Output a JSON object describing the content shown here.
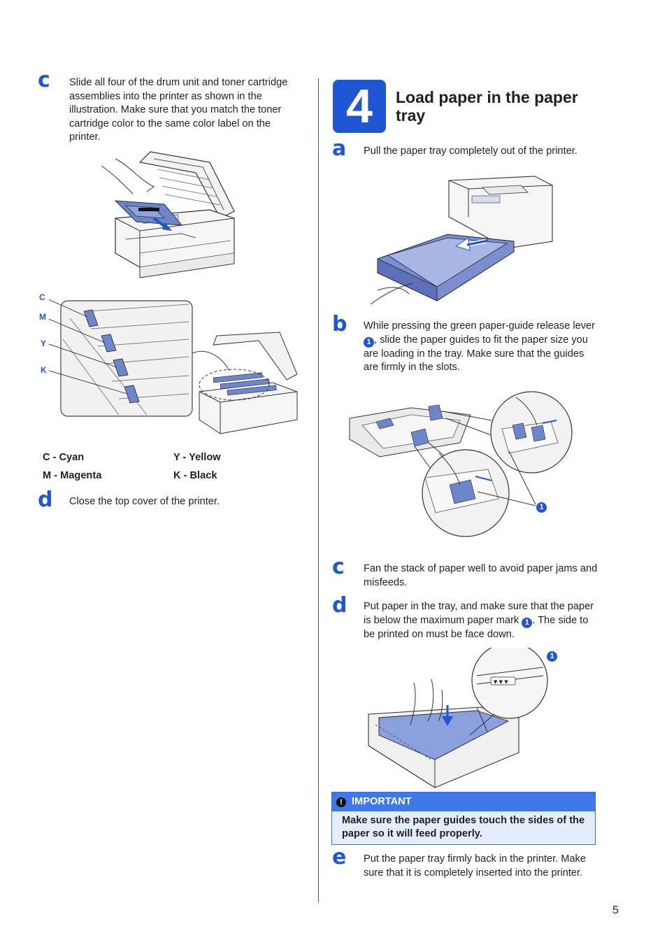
{
  "left": {
    "step_c_letter": "c",
    "step_c_text": "Slide all four of the drum unit and toner cartridge assemblies into the printer as shown in the illustration. Make sure that you match the toner cartridge color to the same color label on the printer.",
    "callouts": [
      "C",
      "M",
      "Y",
      "K"
    ],
    "legend": {
      "c": "C - Cyan",
      "y": "Y - Yellow",
      "m": "M - Magenta",
      "k": "K - Black"
    },
    "step_d_letter": "d",
    "step_d_text": "Close the top cover of the printer."
  },
  "right": {
    "step_number": "4",
    "heading": "Load paper in the paper tray",
    "a_letter": "a",
    "a_text": "Pull the paper tray completely out of the printer.",
    "b_letter": "b",
    "b_text_1": "While pressing the green paper-guide release lever ",
    "b_text_2": ", slide the paper guides to fit the paper size you are loading in the tray. Make sure that the guides are firmly in the slots.",
    "c_letter": "c",
    "c_text": "Fan the stack of paper well to avoid paper jams and misfeeds.",
    "d_letter": "d",
    "d_text_1": "Put paper in the tray, and make sure that the paper is below the maximum paper mark ",
    "d_text_2": ". The side to be printed on must be face down.",
    "marker": "1",
    "important_title": "IMPORTANT",
    "important_icon": "!",
    "important_text": "Make sure the paper guides touch the sides of the paper so it will feed properly.",
    "e_letter": "e",
    "e_text": "Put the paper tray firmly back in the printer. Make sure that it is completely inserted into the printer."
  },
  "page_number": "5",
  "colors": {
    "accent": "#1e56d3",
    "important_bar": "#3f78e8",
    "important_bg": "#e3edfc"
  }
}
